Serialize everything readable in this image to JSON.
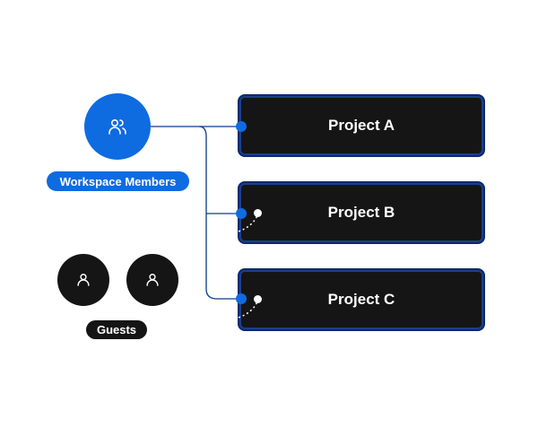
{
  "members": {
    "label": "Workspace Members",
    "icon": "users-icon",
    "color": "#0f6be0"
  },
  "guests": {
    "label": "Guests",
    "icon": "user-icon",
    "count": 2
  },
  "projects": [
    {
      "label": "Project A"
    },
    {
      "label": "Project B"
    },
    {
      "label": "Project C"
    }
  ]
}
